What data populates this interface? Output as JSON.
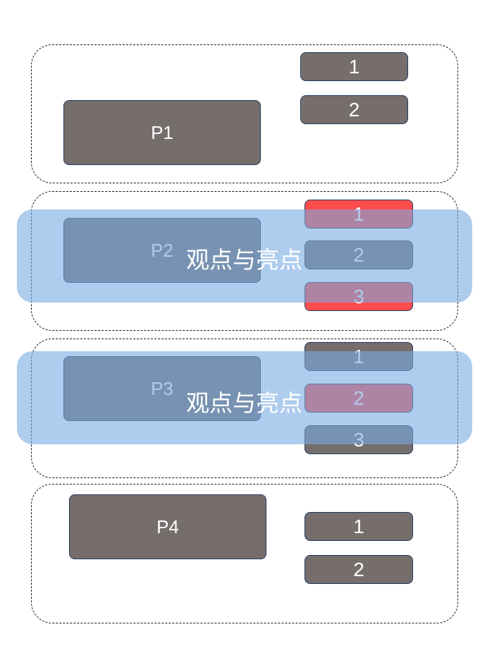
{
  "groups": [
    {
      "main": "P1",
      "items": [
        "1",
        "2"
      ]
    },
    {
      "main": "P2",
      "items": [
        "1",
        "2",
        "3"
      ],
      "highlighted_items": [
        "1",
        "3"
      ],
      "overlay": "观点与亮点"
    },
    {
      "main": "P3",
      "items": [
        "1",
        "2",
        "3"
      ],
      "highlighted_items": [
        "2"
      ],
      "overlay": "观点与亮点"
    },
    {
      "main": "P4",
      "items": [
        "1",
        "2"
      ]
    }
  ],
  "colors": {
    "box_fill": "#766e6d",
    "box_border": "#1f3a5a",
    "highlight_fill": "#ff4d4d",
    "overlay_band": "#78aae1"
  }
}
